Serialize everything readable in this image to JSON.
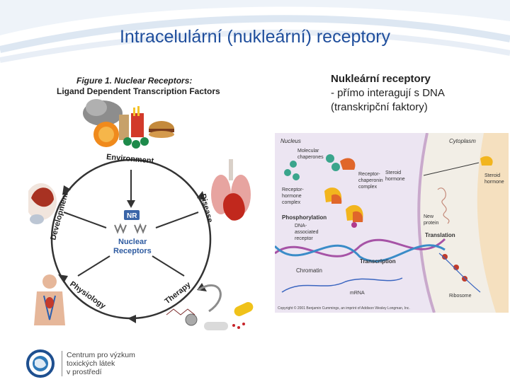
{
  "slide": {
    "title": "Intracelulární (nukleární) receptory",
    "bullet_head": "Nukleární receptory",
    "bullet_line1": "- přímo interagují s DNA",
    "bullet_line2": "(transkripční faktory)"
  },
  "figure_left": {
    "title": "Figure 1.  Nuclear Receptors:",
    "subtitle": "Ligand Dependent Transcription Factors",
    "environment": "Environment",
    "development": "Development",
    "disease": "Disease",
    "physiology": "Physiology",
    "therapy": "Therapy",
    "nr": "NR",
    "center_line1": "Nuclear",
    "center_line2": "Receptors"
  },
  "figure_right": {
    "nucleus": "Nucleus",
    "cytoplasm": "Cytoplasm",
    "molecular": "Molecular",
    "chaperones": "chaperones",
    "receptor": "Receptor-",
    "chaperonin": "chaperonin",
    "complex": "complex",
    "steroid1": "Steroid",
    "hormone1": "hormone",
    "steroid2": "Steroid",
    "hormone2": "hormone",
    "rh1": "Receptor-",
    "rh2": "hormone",
    "rh3": "complex",
    "phosphorylation": "Phosphorylation",
    "dna1": "DNA-",
    "dna2": "associated",
    "dna3": "receptor",
    "new1": "New",
    "new2": "protein",
    "translation": "Translation",
    "transcription": "Transcription",
    "chromatin": "Chromatin",
    "mrna": "mRNA",
    "ribosome": "Ribosome",
    "copyright": "Copyright © 2001 Benjamin Cummings, an imprint of Addison Wesley Longman, Inc."
  },
  "logo": {
    "line1": "Centrum pro výzkum",
    "line2": "toxických látek",
    "line3": "v prostředí"
  },
  "colors": {
    "title": "#1f4e9c",
    "receptor_yellow": "#f2b51e",
    "dna_purple": "#a653a6",
    "chaperone_teal": "#3aa58c"
  }
}
